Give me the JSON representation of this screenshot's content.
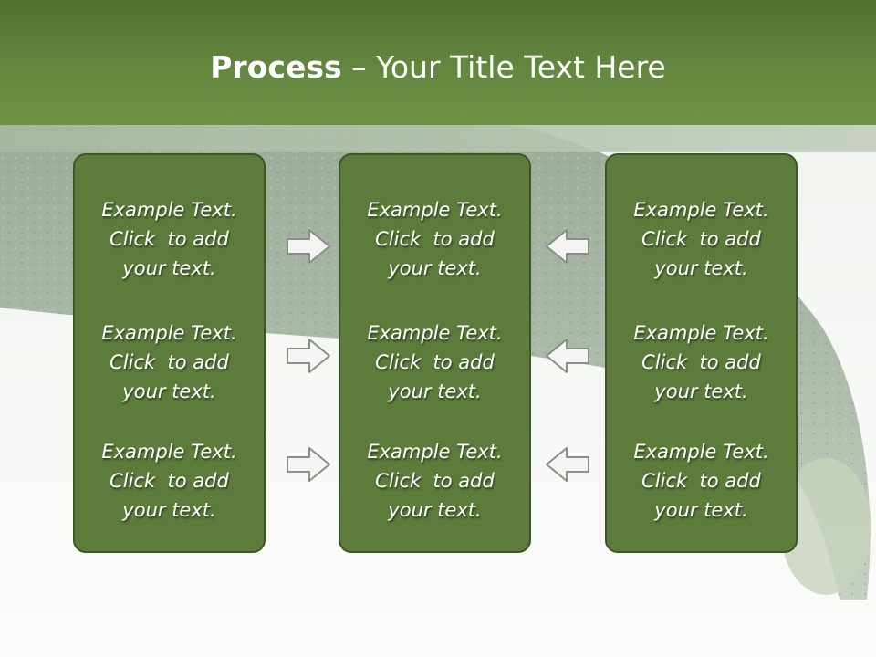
{
  "slide": {
    "title_bold": "Process",
    "title_rest": " – Your Title Text Here"
  },
  "columns": [
    {
      "items": [
        {
          "line1": "Example Text.",
          "line2": "Click  to add",
          "line3": "your text."
        },
        {
          "line1": "Example Text.",
          "line2": "Click  to add",
          "line3": "your text."
        },
        {
          "line1": "Example Text.",
          "line2": "Click  to add",
          "line3": "your text."
        }
      ]
    },
    {
      "items": [
        {
          "line1": "Example Text.",
          "line2": "Click  to add",
          "line3": "your text."
        },
        {
          "line1": "Example Text.",
          "line2": "Click  to add",
          "line3": "your text."
        },
        {
          "line1": "Example Text.",
          "line2": "Click  to add",
          "line3": "your text."
        }
      ]
    },
    {
      "items": [
        {
          "line1": "Example Text.",
          "line2": "Click  to add",
          "line3": "your text."
        },
        {
          "line1": "Example Text.",
          "line2": "Click  to add",
          "line3": "your text."
        },
        {
          "line1": "Example Text.",
          "line2": "Click  to add",
          "line3": "your text."
        }
      ]
    }
  ],
  "arrows": {
    "left_group": "arrow-right-icon",
    "right_group": "arrow-left-icon"
  },
  "colors": {
    "header": "#63873f",
    "card_fill": "#5d7c3b",
    "card_border": "#3e5627",
    "text": "#ffffff"
  }
}
